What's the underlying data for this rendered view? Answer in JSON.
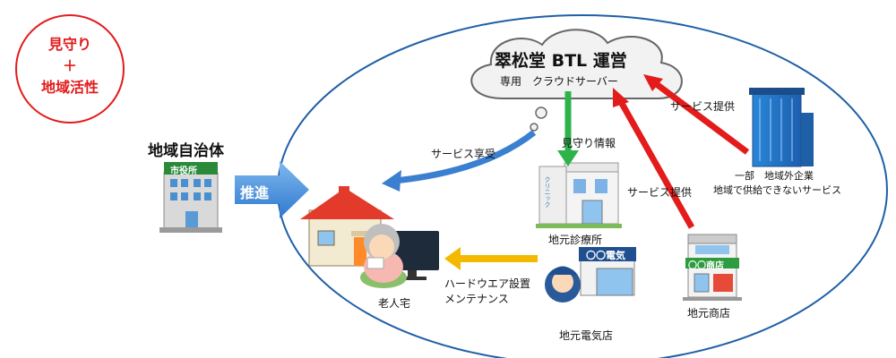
{
  "badge": {
    "line1": "見守り",
    "line2": "＋",
    "line3": "地域活性"
  },
  "cloud": {
    "title": "翠松堂 BTL 運営",
    "subtitle": "専用　クラウドサーバー"
  },
  "municipality": {
    "heading": "地域自治体",
    "sign": "市役所"
  },
  "promote": {
    "label": "推進"
  },
  "home": {
    "label": "老人宅"
  },
  "clinic": {
    "label": "地元診療所",
    "sign": "クリニック"
  },
  "shop": {
    "label": "地元商店",
    "sign": "〇〇商店"
  },
  "electric": {
    "label": "地元電気店",
    "sign": "〇〇電気"
  },
  "enterprise": {
    "line1": "一部　地域外企業",
    "line2": "地域で供給できないサービス"
  },
  "arrows": {
    "service_enjoy": "サービス享受",
    "watch_info": "見守り情報",
    "service_provide_shop": "サービス提供",
    "service_provide_enterprise": "サービス提供",
    "hardware_line1": "ハードウエア設置",
    "hardware_line2": "メンテナンス"
  },
  "colors": {
    "red": "#e31b1b",
    "green": "#2db34a",
    "yellow": "#f5b800",
    "blue": "#3a7fd0",
    "ellipse": "#1f5fa6"
  }
}
